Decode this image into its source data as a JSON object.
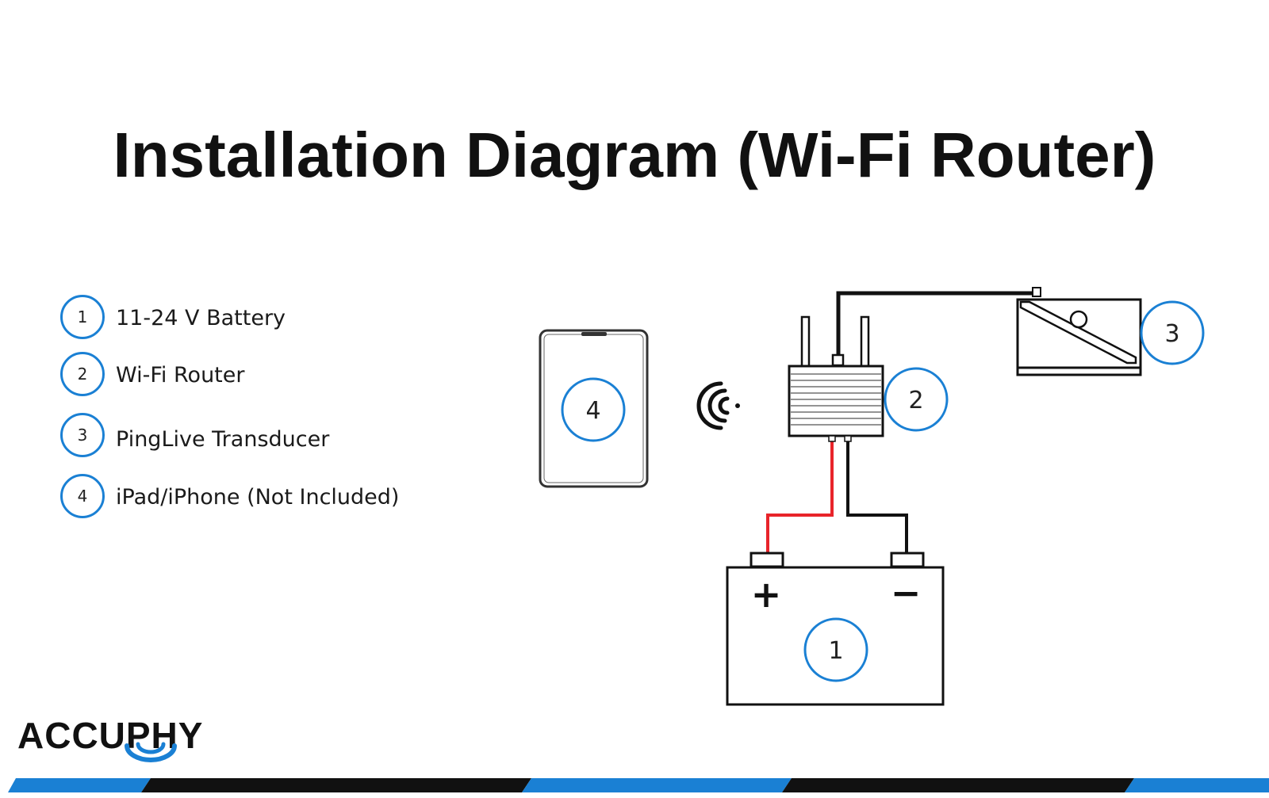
{
  "title": "Installation Diagram (Wi-Fi Router)",
  "legend": [
    {
      "number": "1",
      "label": "11-24 V Battery"
    },
    {
      "number": "2",
      "label": "Wi-Fi Router"
    },
    {
      "number": "3",
      "label": "PingLive Transducer"
    },
    {
      "number": "4",
      "label": "iPad/iPhone (Not Included)"
    }
  ],
  "callouts": {
    "battery": "1",
    "router": "2",
    "transducer": "3",
    "tablet": "4"
  },
  "battery_terminals": {
    "positive": "+",
    "negative": "−"
  },
  "brand": {
    "logo_text": "ACCUPHY",
    "accent_color": "#1a80d4",
    "dark_color": "#111111",
    "positive_wire_color": "#e8242a"
  }
}
